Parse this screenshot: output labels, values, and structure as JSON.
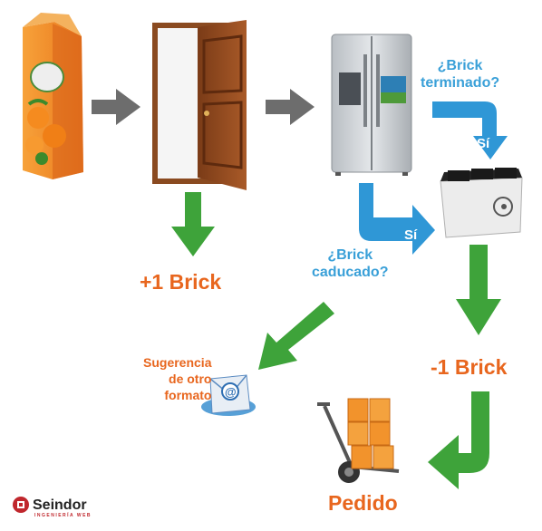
{
  "labels": {
    "plus_brick": "+1 Brick",
    "brick_terminado_line1": "¿Brick",
    "brick_terminado_line2": "terminado?",
    "si_top": "Sí",
    "si_middle": "Sí",
    "brick_caducado_line1": "¿Brick",
    "brick_caducado_line2": "caducado?",
    "sugerencia_line1": "Sugerencia",
    "sugerencia_line2": "de otro",
    "sugerencia_line3": "formato",
    "minus_brick": "-1 Brick",
    "pedido": "Pedido"
  },
  "logo": {
    "name": "Seindor",
    "tagline": "INGENIERÍA WEB"
  },
  "colors": {
    "green": "#3ea33a",
    "blue": "#2f97d6",
    "grey": "#6d6d6d",
    "orange": "#e8661e",
    "brand_red": "#c0272d"
  },
  "icons": [
    "juice-carton-icon",
    "open-door-icon",
    "refrigerator-icon",
    "recycling-bins-icon",
    "email-icon",
    "hand-truck-icon"
  ]
}
